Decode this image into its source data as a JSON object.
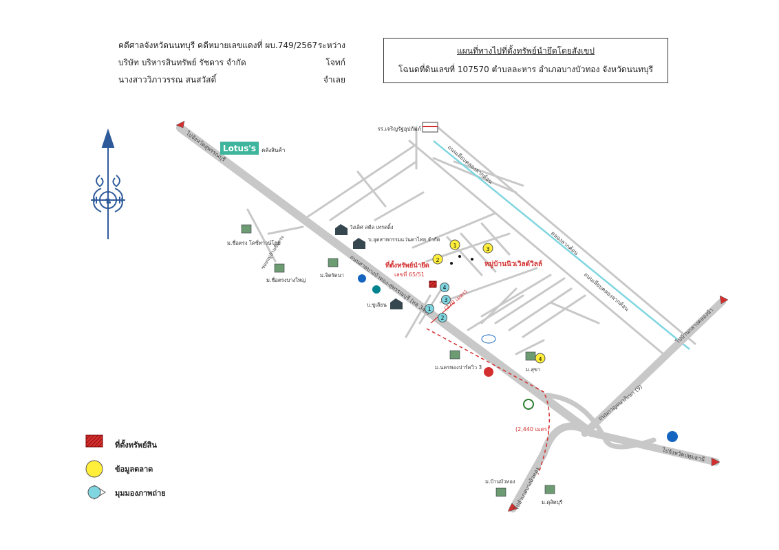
{
  "case_info": {
    "line1_left": "คดีศาลจังหวัดนนทบุรี คดีหมายเลขแดงที่ ผบ.749/2567",
    "line1_right": "ระหว่าง",
    "line2_left": "บริษัท บริหารสินทรัพย์ รัชดาร จำกัด",
    "line2_right": "โจทก์",
    "line3_left": "นางสาววิภาวรรณ สนสวัสดิ์",
    "line3_right": "จำเลย"
  },
  "title": {
    "line1": "แผนที่ทางไปที่ตั้งทรัพย์นำยึดโดยสังเขป",
    "line2": "โฉนดที่ดินเลขที่ 107570 ตำบลละหาร อำเภอบางบัวทอง จังหวัดนนทบุรี"
  },
  "compass": {
    "center_letter": "น",
    "icon": "north-arrow-icon"
  },
  "map": {
    "directions": {
      "to_suphanburi": "ไปจังหวัดสุพรรณบุรี",
      "to_bangkhunkaew": "ไปบ้านกลางคลองห้า",
      "to_pathumthani": "ไปจังหวัดปทุมธานี",
      "to_bangbuathong": "ไปอำเภอบางบัวทอง"
    },
    "roads": {
      "main_road": "ถนนสายบางบัวทอง-สุพรรณบุรี (ทล 340)",
      "canal_road_1": "ถนนเลียบคลองลากค้อน",
      "canal_road_2": "ถนนเลียบคลองลากค้อน",
      "canal": "คลองลากค้อน",
      "kanchanaphisek": "ถนนกาญจนาภิเษก (9)",
      "soi": "ซอยหมู่บ้านชื่อตรง"
    },
    "brands": {
      "lotus_logo": "Lotus's",
      "lotus_caption": "คลังสินค้า"
    },
    "landmarks": {
      "school": "รร.เจริญรัฐอุปถัมภ์",
      "factory1": "วังเลิศ สตีล เทรดดิ้ง",
      "factory2": "บ.อุตสาหกรรมแว่นตาไทย จำกัด",
      "factory3": "บ.ซูเลียน",
      "village1": "ม.ชื่อตรง โดซี่ทาวน์โฮม",
      "village2": "ม.ชื่อตรงบางใหญ่",
      "village3": "ม.จิตรัตนา",
      "village_main": "หมู่บ้านนิวเวิลด์วิลล์",
      "village4": "ม.นครทองปาร์ควิว 3",
      "village5": "ม.สุขา",
      "village6": "ม.บ้านบัวทอง",
      "village7": "ม.ดุสิตบุรี"
    },
    "property": {
      "label": "ที่ตั้งทรัพย์นำยึด",
      "number": "เลขที่ 65/51"
    },
    "distances": {
      "short": "(270 เมตร)",
      "long": "(2,440 เมตร)"
    },
    "markers": {
      "market_points": [
        "1",
        "2",
        "3",
        "4"
      ],
      "photo_points": [
        "1",
        "2",
        "3",
        "4"
      ]
    },
    "colors": {
      "road": "#c8c8c8",
      "canal": "#7fd6e0",
      "route": "#d32f2f",
      "market": "#ffef3a",
      "photo": "#7fd6e0",
      "property": "#d32f2f",
      "compass": "#2f5a9a"
    }
  },
  "legend": {
    "property": "ที่ตั้งทรัพย์สิน",
    "market": "ข้อมูลตลาด",
    "photo": "มุมมองภาพถ่าย"
  }
}
